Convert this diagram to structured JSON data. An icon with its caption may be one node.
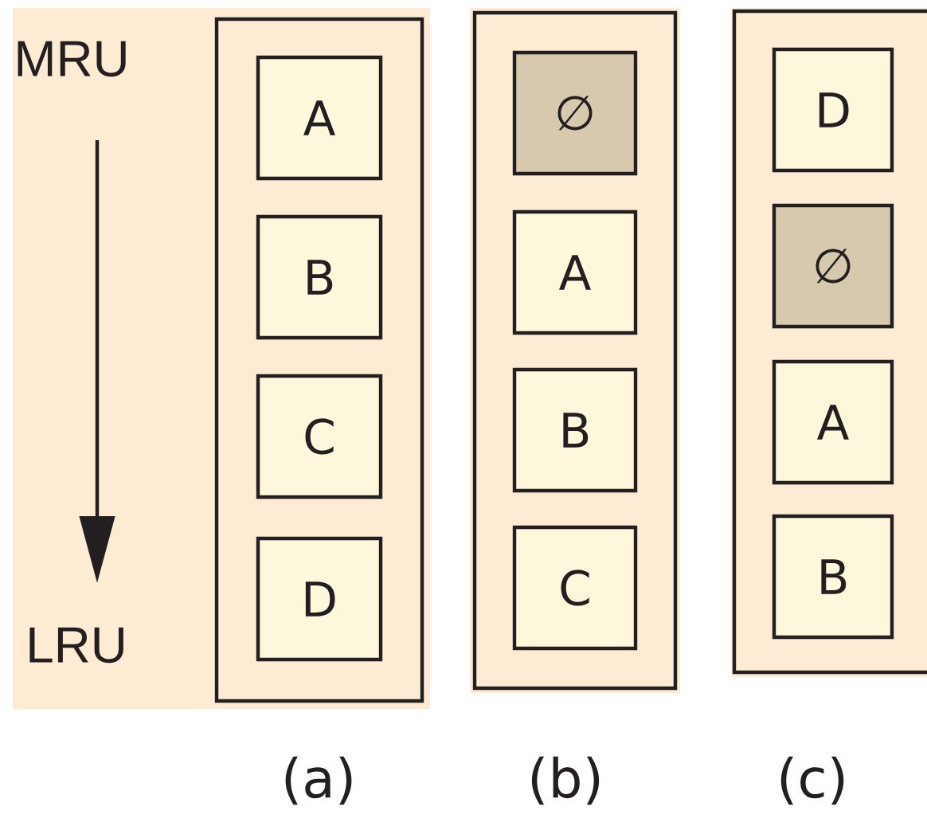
{
  "diagram": {
    "nodes": [
      {
        "text": [],
        "shape": "box"
      },
      {
        "text": [
          "A"
        ],
        "in": 0
      },
      {
        "text": [
          "B"
        ],
        "in": 0
      },
      {
        "text": [
          "C"
        ],
        "in": 0
      },
      {
        "text": [
          "D"
        ],
        "in": 0
      },
      {
        "text": [],
        "shape": "box"
      },
      {
        "text": [
          "∅"
        ],
        "in": 5
      },
      {
        "text": [
          "A"
        ],
        "in": 5
      },
      {
        "text": [
          "B"
        ],
        "in": 5
      },
      {
        "text": [
          "C"
        ],
        "in": 5
      },
      {
        "text": [],
        "shape": "box"
      },
      {
        "text": [
          "D"
        ],
        "in": 10
      },
      {
        "text": [
          "∅"
        ],
        "in": 10
      },
      {
        "text": [
          "A"
        ],
        "in": 10
      },
      {
        "text": [
          "B"
        ],
        "in": 10
      }
    ],
    "labels": [
      "MRU",
      "LRU",
      "(a)",
      "(b)",
      "(c)"
    ]
  }
}
